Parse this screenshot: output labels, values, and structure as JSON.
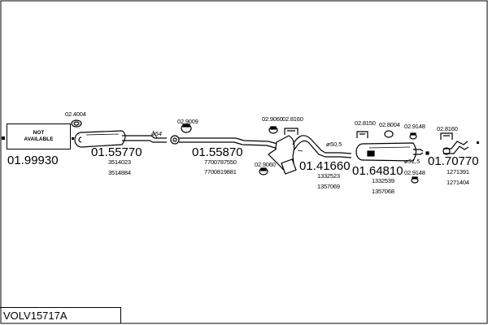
{
  "model_code": "VOLV15717A",
  "not_available_box": {
    "text": "NOT\nAVAILABLE"
  },
  "part_numbers": {
    "front_pipe": "01.99930",
    "front_silencer": "01.55770",
    "middle_pipe": "01.55870",
    "centre_silencer": "01.41660",
    "rear_silencer": "01.64810",
    "tail_pipe": "01.70770"
  },
  "oe_numbers": {
    "front_silencer": [
      "3514023",
      "3514884"
    ],
    "middle_pipe": [
      "7700787550",
      "7700819881"
    ],
    "centre_silencer": [
      "1332523",
      "1357069"
    ],
    "rear_silencer": [
      "1332539",
      "1357068"
    ],
    "tail_pipe": [
      "1271391",
      "1271404"
    ]
  },
  "fittings": {
    "f1": "02.4004",
    "f2": "02.9009",
    "f3": "02.9060",
    "f4": "02.8160",
    "f5": "02.9060",
    "f6": "02.8150",
    "f7": "02.8004",
    "f8": "02.9148",
    "f9": "02.9148",
    "f10": "02.8160"
  },
  "diameters": {
    "d1": "ø54",
    "d2": "ø50,5",
    "d3": "ø51,5"
  }
}
